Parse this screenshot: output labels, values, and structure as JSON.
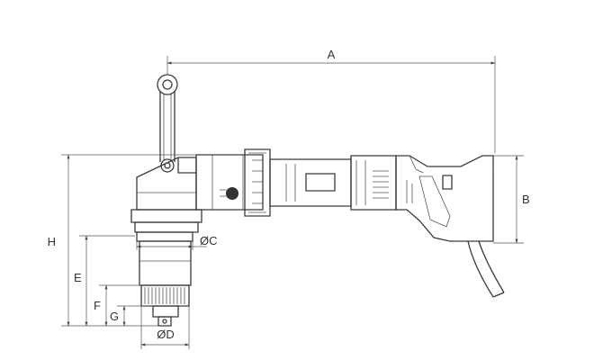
{
  "dimensions": {
    "A": "A",
    "B": "B",
    "C": "ØC",
    "D": "ØD",
    "E": "E",
    "F": "F",
    "G": "G",
    "H": "H"
  },
  "colors": {
    "line": "#3a3a3a",
    "dimension": "#555555",
    "fill": "#ffffff",
    "dark": "#333333"
  }
}
